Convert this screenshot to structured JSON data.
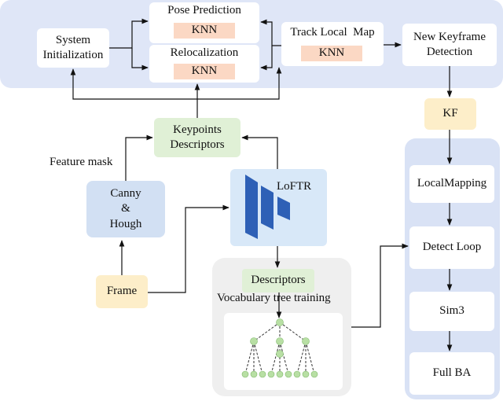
{
  "tracking": {
    "system_init": "System Initialization",
    "pose_prediction": "Pose Prediction",
    "pose_knn": "KNN",
    "relocalization": "Relocalization",
    "reloc_knn": "KNN",
    "track_local_map": "Track Local  Map",
    "track_knn": "KNN",
    "new_keyframe": "New Keyframe Detection"
  },
  "kf": "KF",
  "keypoints": "Keypoints Descriptors",
  "feature_mask": "Feature mask",
  "canny_hough": {
    "line1": "Canny",
    "line2": "&",
    "line3": "Hough"
  },
  "frame": "Frame",
  "loftr": "LoFTR",
  "descriptors": "Descriptors",
  "vocab_training": "Vocabulary tree training",
  "mapping": {
    "local_mapping": "LocalMapping",
    "detect_loop": "Detect Loop",
    "sim3": "Sim3",
    "full_ba": "Full BA"
  },
  "colors": {
    "tracking_bg": "#dfe6f7",
    "knn": "#fbd8c4",
    "keyframe": "#fdeec9",
    "keypoints": "#e0f0d6",
    "canny": "#d2e0f3",
    "loftr_bg": "#d8e8f8",
    "loftr_logo": "#2e60b6",
    "vocab_bg": "#efefef",
    "mapping_bg": "#d9e2f5",
    "tree_node": "#b8dfa4"
  }
}
